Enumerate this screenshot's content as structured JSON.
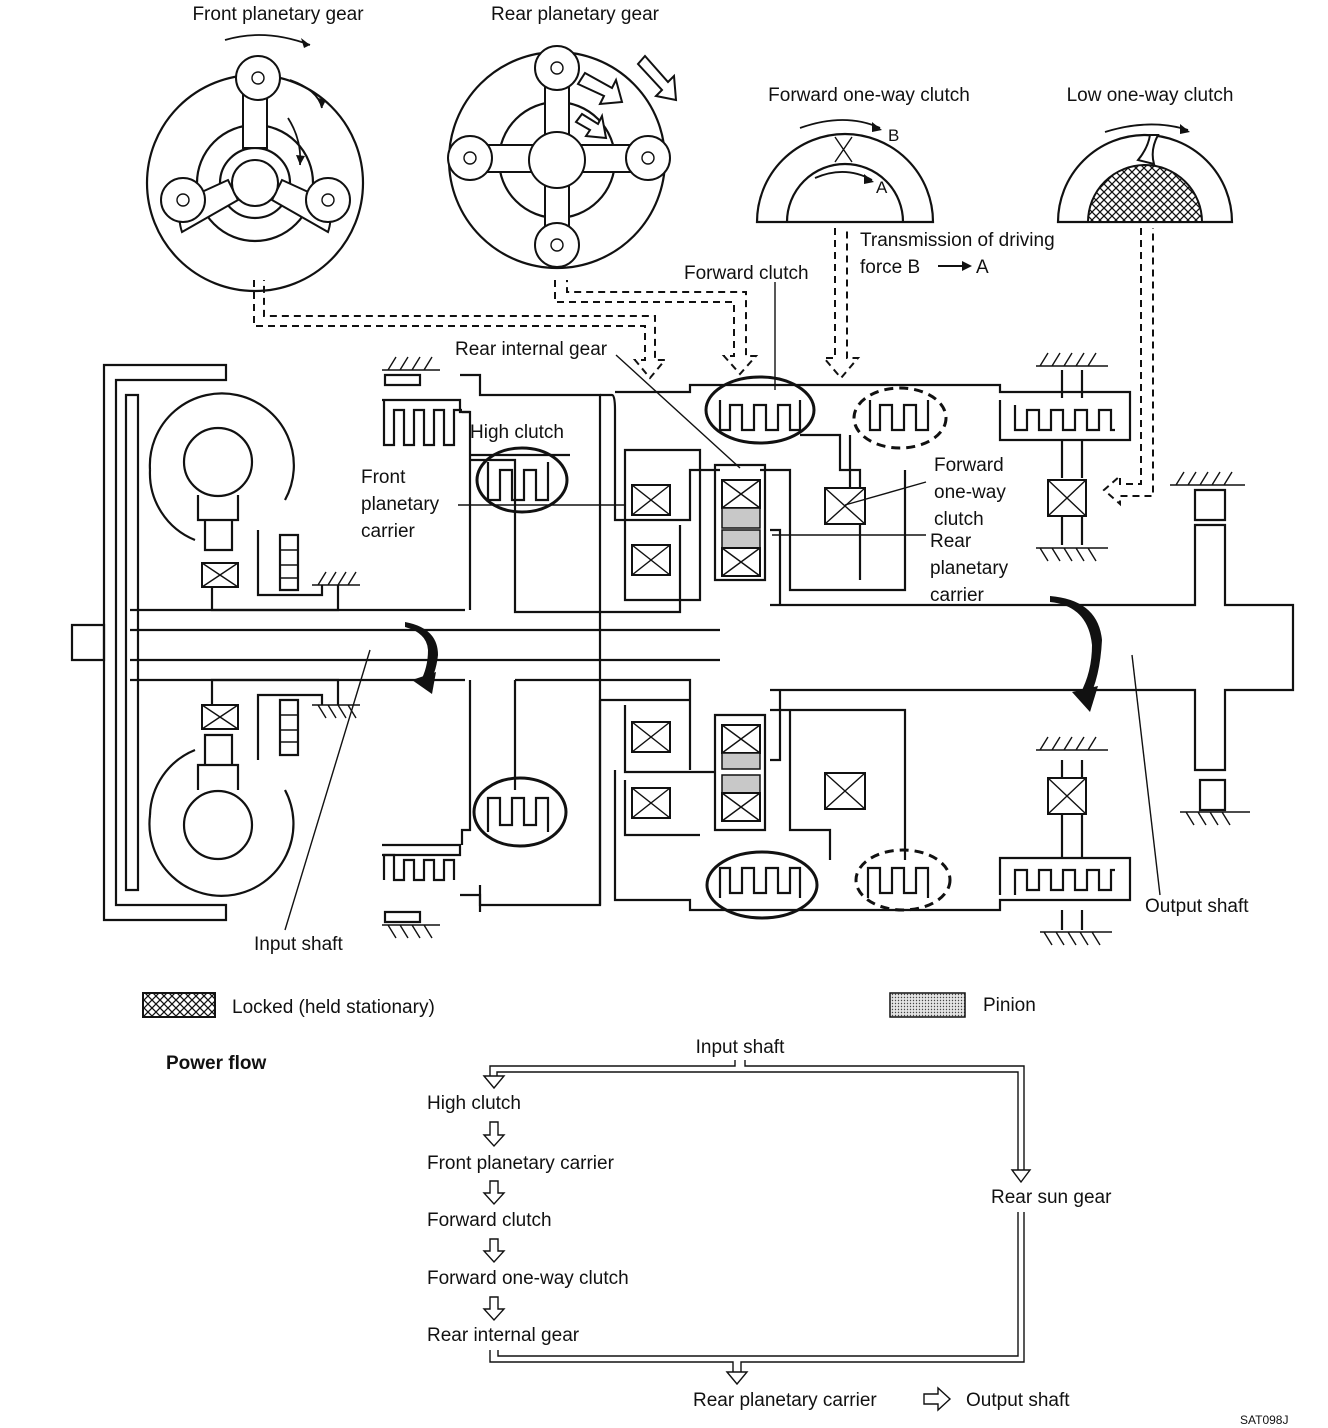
{
  "labels": {
    "front_planetary_gear": "Front planetary gear",
    "rear_planetary_gear": "Rear planetary gear",
    "forward_one_way_clutch_title": "Forward one-way clutch",
    "low_one_way_clutch_title": "Low one-way clutch",
    "point_b": "B",
    "point_a": "A",
    "transmission_line1": "Transmission of driving",
    "transmission_line2": "force B",
    "transmission_line2_end": "A",
    "forward_clutch": "Forward clutch",
    "rear_internal_gear": "Rear internal gear",
    "high_clutch": "High clutch",
    "front_planetary_carrier_1": "Front",
    "front_planetary_carrier_2": "planetary",
    "front_planetary_carrier_3": "carrier",
    "forward_owc_1": "Forward",
    "forward_owc_2": "one-way",
    "forward_owc_3": "clutch",
    "rear_planetary_carrier_1": "Rear",
    "rear_planetary_carrier_2": "planetary",
    "rear_planetary_carrier_3": "carrier",
    "input_shaft": "Input shaft",
    "output_shaft": "Output shaft"
  },
  "legend": {
    "locked": "Locked (held stationary)",
    "pinion": "Pinion"
  },
  "power_flow": {
    "title": "Power flow",
    "input": "Input shaft",
    "steps": [
      "High clutch",
      "Front planetary carrier",
      "Forward clutch",
      "Forward one-way clutch",
      "Rear internal gear"
    ],
    "rear_sun_gear": "Rear sun gear",
    "rear_planetary_carrier": "Rear planetary carrier",
    "output_shaft": "Output shaft"
  },
  "figure_code": "SAT098J"
}
